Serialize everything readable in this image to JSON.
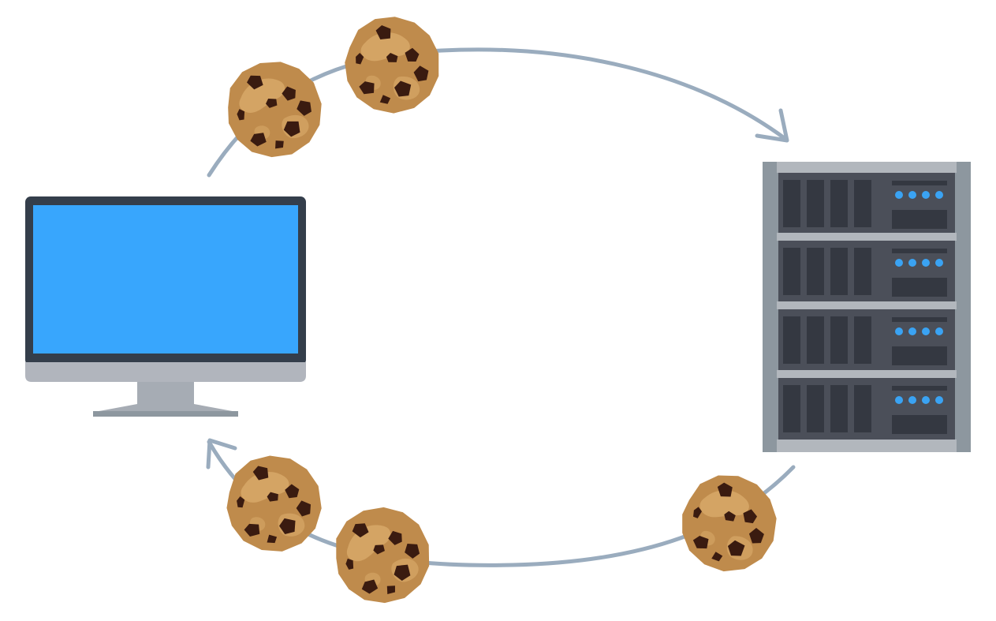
{
  "diagram": {
    "nodes": [
      {
        "id": "client",
        "icon": "desktop-computer-icon"
      },
      {
        "id": "server",
        "icon": "server-rack-icon"
      }
    ],
    "edges": [
      {
        "from": "client",
        "to": "server",
        "cookies": 2
      },
      {
        "from": "server",
        "to": "client",
        "cookies": 3
      }
    ],
    "colors": {
      "arrow": "#9aacbe",
      "screen": "#38a6fd",
      "bezel": "#343e4b",
      "monitor_chin": "#b1b5bd",
      "stand": "#a6acb4",
      "rack_frame": "#8d979f",
      "rack_bar": "#b2b7bd",
      "rack_unit": "#4b4f59",
      "rack_slot": "#343841",
      "status_led": "#3aa3f3",
      "cookie_dough": "#bf8b4c",
      "cookie_light": "#d7a868",
      "cookie_chip": "#3a1b10"
    }
  }
}
